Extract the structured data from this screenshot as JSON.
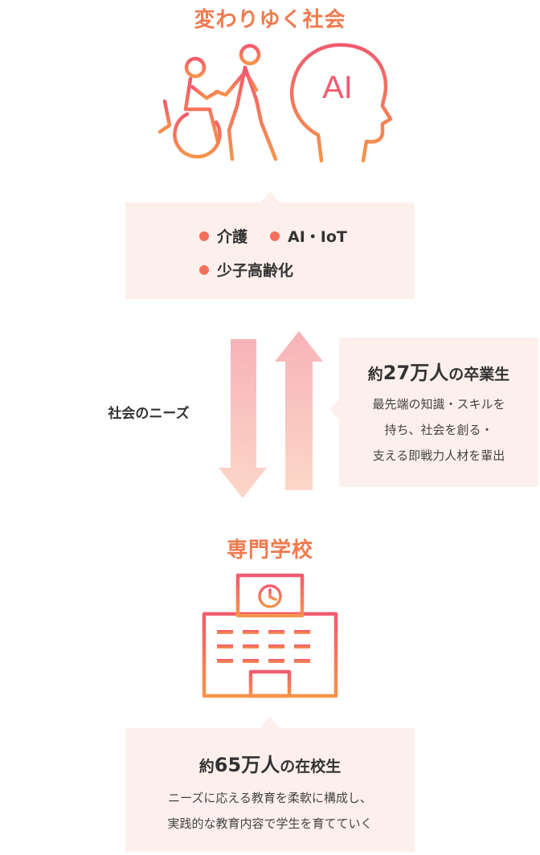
{
  "society": {
    "title": "変わりゆく社会",
    "ai_icon_label": "AI",
    "tags": [
      "介護",
      "AI・IoT",
      "少子高齢化"
    ]
  },
  "needs_label": "社会のニーズ",
  "graduates": {
    "title_prefix": "約",
    "title_number": "27万人",
    "title_suffix": "の卒業生",
    "lines": [
      "最先端の知識・スキルを",
      "持ち、社会を創る・",
      "支える即戦力人材を輩出"
    ]
  },
  "school": {
    "title": "専門学校"
  },
  "students": {
    "title_prefix": "約",
    "title_number": "65万人",
    "title_suffix": "の在校生",
    "lines": [
      "ニーズに応える教育を柔軟に構成し、",
      "実践的な教育内容で学生を育てていく"
    ]
  },
  "colors": {
    "accent": "#f07a4e",
    "accent_pink": "#f25a6e",
    "bubble_bg": "#fdf0ec",
    "dot": "#f2705a"
  }
}
